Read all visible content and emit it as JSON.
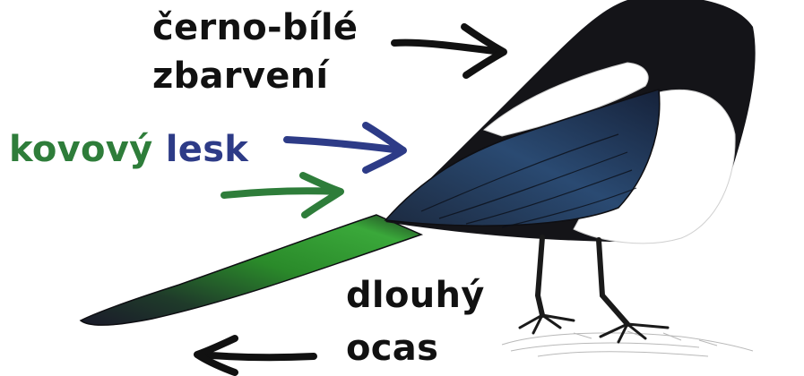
{
  "labels": {
    "coloring_line1": "černo-bílé",
    "coloring_line2": "zbarvení",
    "sheen_part1": "kovový",
    "sheen_part2": "lesk",
    "tail_line1": "dlouhý",
    "tail_line2": "ocas"
  },
  "colors": {
    "text_black": "#111111",
    "text_green": "#2e7d3a",
    "text_blue": "#2d3b87",
    "arrow_black": "#111111",
    "arrow_blue": "#2d3b87",
    "arrow_green": "#2e7d3a",
    "plumage_black": "#141418",
    "plumage_white": "#ffffff",
    "wing_blue": "#24395e",
    "tail_green": "#2a8a2a"
  },
  "icons": {
    "arrow_to_coloring": "arrow-right-icon",
    "arrow_to_wing": "arrow-right-icon",
    "arrow_to_tail_sheen": "arrow-right-icon",
    "arrow_to_tail": "arrow-left-icon"
  }
}
